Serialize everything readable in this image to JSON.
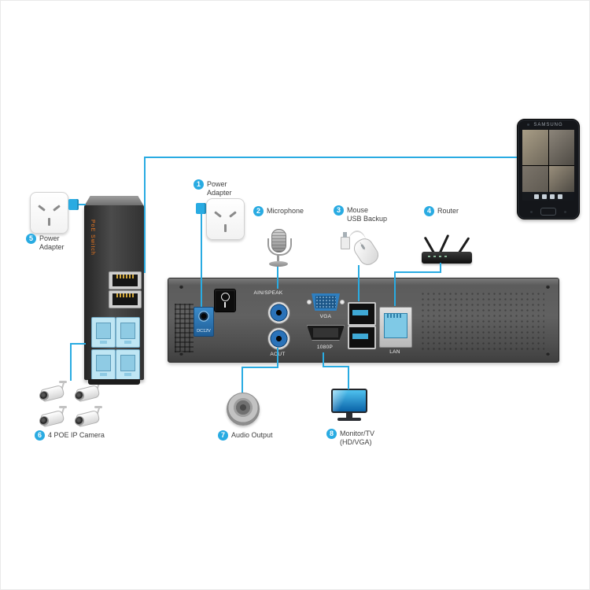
{
  "colors": {
    "accent": "#29abe2",
    "line": "#29abe2"
  },
  "phone": {
    "brand": "SAMSUNG"
  },
  "poe_switch": {
    "label": "PoE Switch"
  },
  "nvr": {
    "ports": {
      "dc": "DC12V",
      "ain_speak": "AIN/SPEAK",
      "aout": "AOUT",
      "vga": "VGA",
      "hdmi": "1080P",
      "lan": "LAN"
    }
  },
  "callouts": {
    "power_adapter_top": {
      "num": "1",
      "label": "Power\nAdapter"
    },
    "microphone": {
      "num": "2",
      "label": "Microphone"
    },
    "mouse": {
      "num": "3",
      "label": "Mouse\nUSB Backup"
    },
    "router": {
      "num": "4",
      "label": "Router"
    },
    "power_adapter_left": {
      "num": "5",
      "label": "Power\nAdapter"
    },
    "poe_camera": {
      "num": "6",
      "label": "4 POE IP Camera"
    },
    "audio_output": {
      "num": "7",
      "label": "Audio Output"
    },
    "monitor": {
      "num": "8",
      "label": "Monitor/TV\n(HD/VGA)"
    }
  },
  "icons": {
    "wall_outlet": "power-outlet",
    "microphone": "studio-microphone",
    "mouse": "usb-mouse",
    "router": "wifi-router",
    "speaker": "round-speaker",
    "monitor": "lcd-monitor",
    "ip_camera": "ip-camera",
    "smartphone": "android-phone"
  }
}
